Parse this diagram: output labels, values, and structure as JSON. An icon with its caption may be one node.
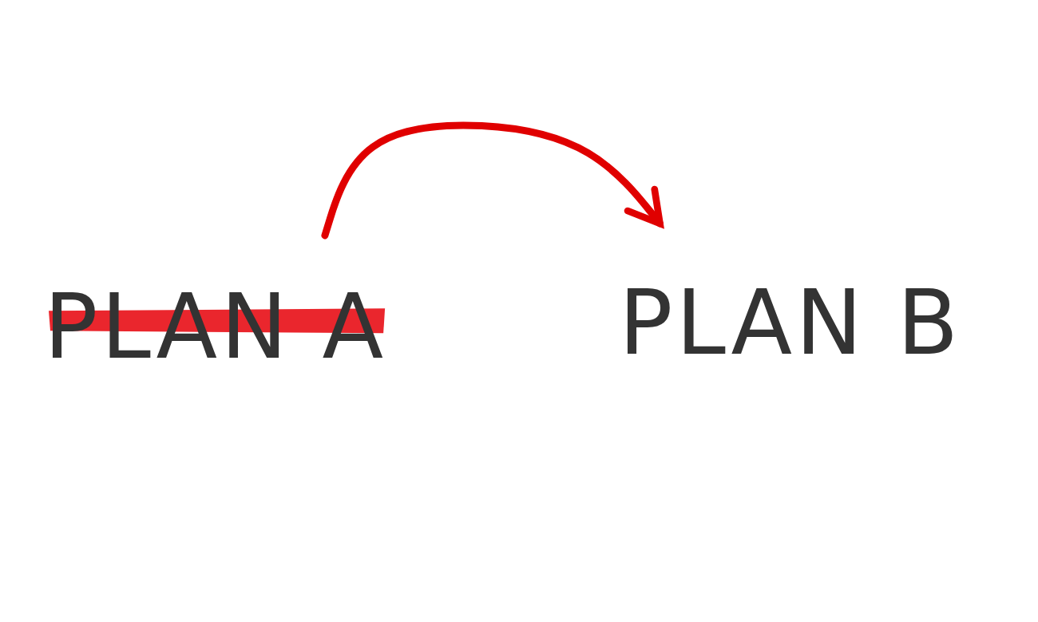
{
  "diagram": {
    "nodes": [
      {
        "text": [
          "PLAN A"
        ]
      },
      {
        "text": [
          "PLAN B"
        ]
      }
    ],
    "edges": [
      {
        "from": 0,
        "to": 1,
        "arrow": "to",
        "color": "#e00000"
      }
    ]
  }
}
